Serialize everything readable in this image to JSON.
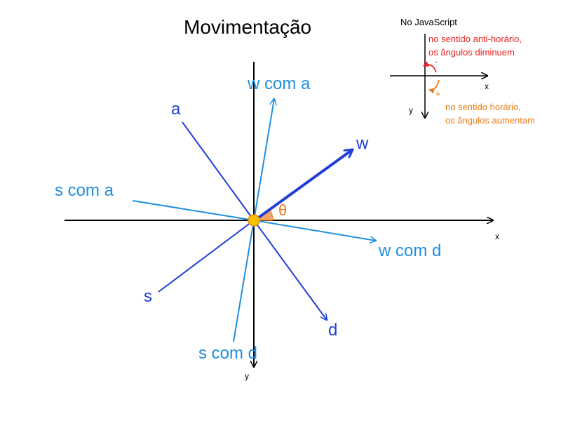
{
  "title": "Movimentação",
  "axes": {
    "x_label": "x",
    "y_label": "y"
  },
  "angle_symbol": "θ",
  "directions": {
    "w": "w",
    "a": "a",
    "s": "s",
    "d": "d",
    "w_com_a": "w com a",
    "s_com_a": "s com a",
    "w_com_d": "w com d",
    "s_com_d": "s com d"
  },
  "inset": {
    "title": "No JavaScript",
    "counterclockwise_line1": "no sentido anti-horário,",
    "counterclockwise_line2": "os ângulos diminuem",
    "clockwise_line1": "no sentido horário,",
    "clockwise_line2": "os ângulos aumentam",
    "minus_sign": "-",
    "plus_sign": "+",
    "x_label": "x",
    "y_label": "y"
  },
  "colors": {
    "primary_blue": "#1f3fd6",
    "light_blue": "#1e8fe0",
    "origin_dot": "#f5c000",
    "angle_wedge": "#f4a36a",
    "counterclockwise": "#e8201e",
    "clockwise": "#f07a12"
  }
}
